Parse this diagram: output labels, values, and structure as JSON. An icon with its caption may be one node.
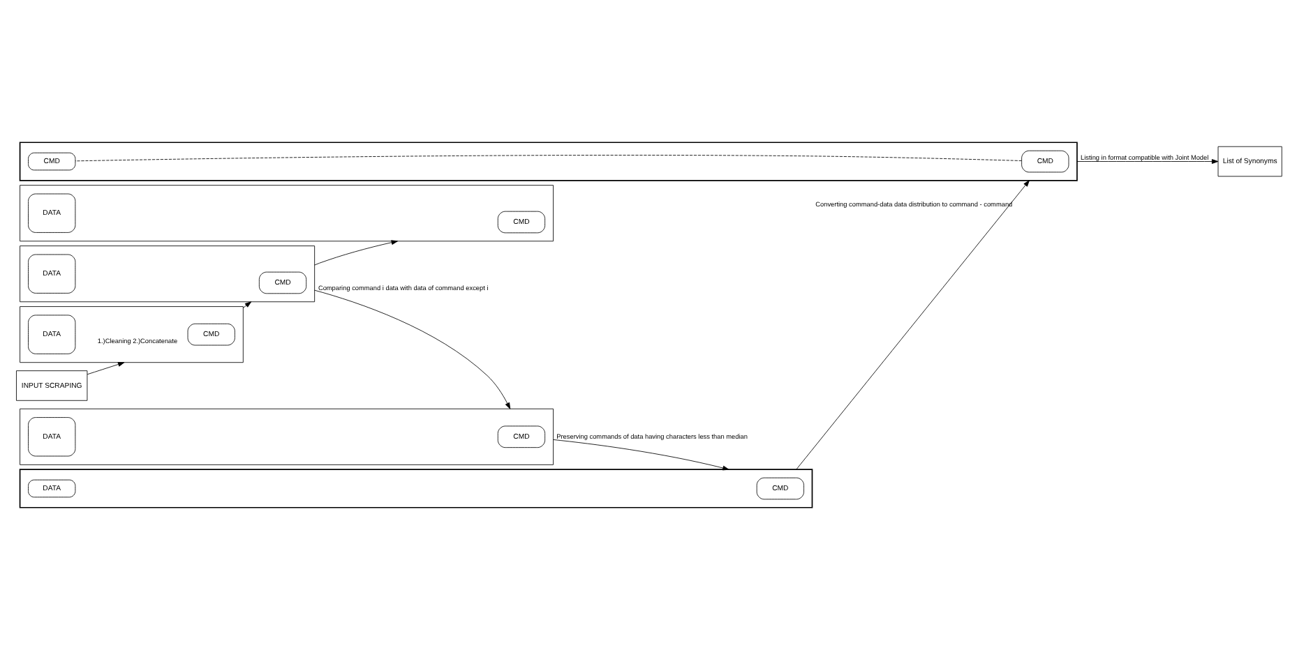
{
  "diagram": {
    "nodes": [
      {
        "text": [
          "INPUT SCRAPING"
        ]
      },
      {
        "text": [],
        "shape": "box"
      },
      {
        "text": [
          "CMD"
        ],
        "in": 1
      },
      {
        "text": [
          "DATA"
        ],
        "in": 1
      },
      {
        "text": [],
        "shape": "box"
      },
      {
        "text": [
          "CMD"
        ],
        "in": 4
      },
      {
        "text": [
          "DATA"
        ],
        "in": 4
      },
      {
        "text": [
          "List of Synonyms"
        ]
      },
      {
        "text": [],
        "shape": "box"
      },
      {
        "text": [
          "CMD"
        ],
        "in": 8
      },
      {
        "text": [
          "DATA"
        ],
        "in": 8
      },
      {
        "text": [],
        "shape": "box"
      },
      {
        "text": [
          "CMD"
        ],
        "in": 11
      },
      {
        "text": [
          "DATA"
        ],
        "in": 11
      },
      {
        "text": [],
        "shape": "cube"
      },
      {
        "text": [
          "CMD"
        ],
        "in": 14
      },
      {
        "text": [
          "CMD"
        ],
        "in": 14
      },
      {
        "text": [],
        "shape": "cube"
      },
      {
        "text": [
          "CMD"
        ],
        "in": 17
      },
      {
        "text": [
          "DATA"
        ],
        "in": 17
      }
    ],
    "edges": [
      {
        "from": 0,
        "to": 1,
        "arrow": "to",
        "label": "1.)Cleaning 2.)Concatenate"
      },
      {
        "from": 1,
        "to": 4,
        "arrow": "to"
      },
      {
        "from": 4,
        "to": 8,
        "arrow": "to"
      },
      {
        "from": 4,
        "to": 11,
        "arrow": "to",
        "label": "Comparing command i data with data of command except i"
      },
      {
        "from": 11,
        "to": 17,
        "arrow": "to",
        "label": "Preserving commands of data having characters less than median"
      },
      {
        "from": 17,
        "to": 14,
        "arrow": "to",
        "label": "Converting command-data data distribution to command - command"
      },
      {
        "from": 14,
        "to": 7,
        "arrow": "to",
        "label": "Listing in format compatible with Joint Model"
      },
      {
        "from": 15,
        "to": 16,
        "arrow": "none",
        "style": "dashed"
      }
    ]
  }
}
